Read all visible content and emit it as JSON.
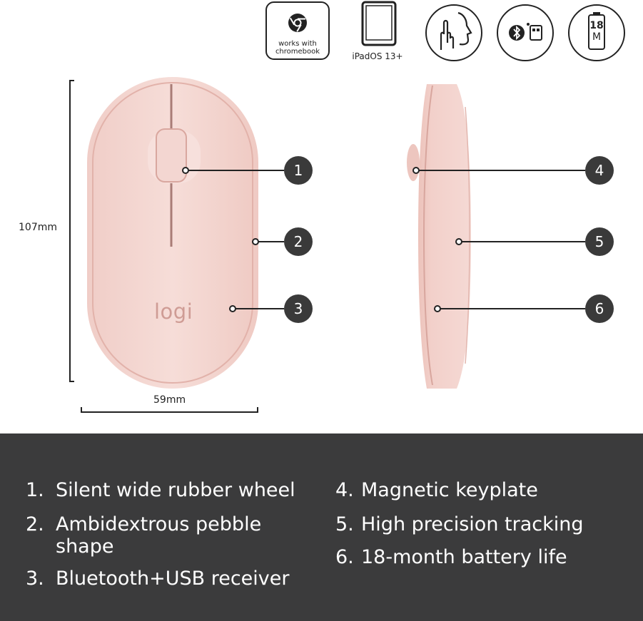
{
  "badges": {
    "chromebook_line1": "works with",
    "chromebook_line2": "chromebook",
    "ipad_label": "iPadOS 13+",
    "battery_value": "18",
    "battery_unit": "M"
  },
  "dimensions": {
    "height": "107mm",
    "width": "59mm"
  },
  "logo": "logi",
  "callouts": [
    "1",
    "2",
    "3",
    "4",
    "5",
    "6"
  ],
  "features": [
    {
      "num": "1.",
      "line1": "Silent wide rubber wheel",
      "line2": ""
    },
    {
      "num": "2.",
      "line1": "Ambidextrous pebble",
      "line2": "shape"
    },
    {
      "num": "3.",
      "line1": "Bluetooth+USB receiver",
      "line2": ""
    },
    {
      "num": "4.",
      "line1": "Magnetic keyplate",
      "line2": ""
    },
    {
      "num": "5.",
      "line1": "High precision tracking",
      "line2": ""
    },
    {
      "num": "6.",
      "line1": "18-month battery life",
      "line2": ""
    }
  ],
  "colors": {
    "mouse_body": "#f3d6d1",
    "mouse_shadow": "#e7bdb6",
    "panel": "#3b3b3c",
    "callout": "#3a3a3a"
  }
}
